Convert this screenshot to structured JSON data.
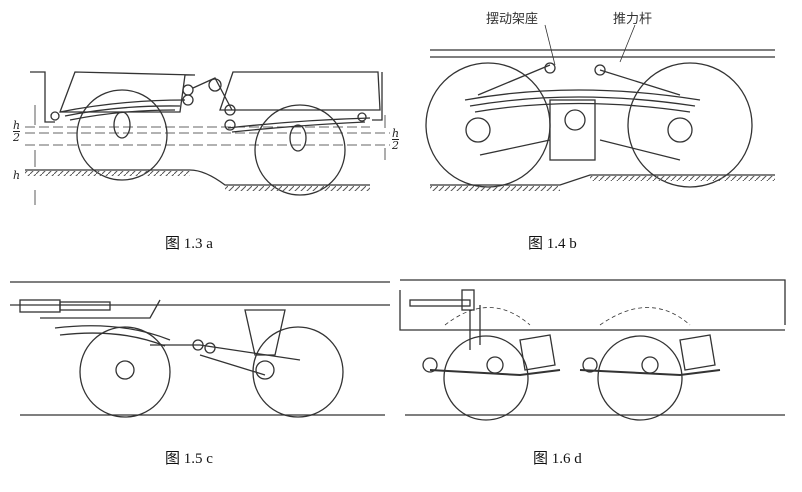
{
  "figures": [
    {
      "caption": "图 1.3 a",
      "labels": {
        "h_half": {
          "num": "h",
          "den": "2"
        },
        "h": "h"
      }
    },
    {
      "caption": "图 1.4 b",
      "labels": {
        "swing_seat": "摆动架座",
        "thrust_rod": "推力杆"
      }
    },
    {
      "caption": "图 1.5 c"
    },
    {
      "caption": "图 1.6 d"
    }
  ]
}
